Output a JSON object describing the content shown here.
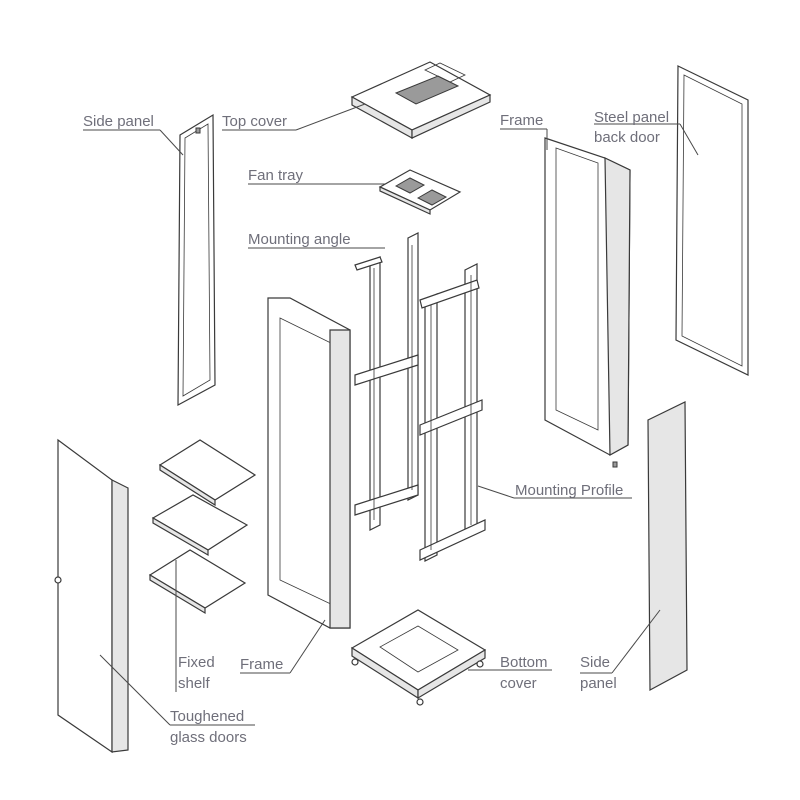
{
  "labels": {
    "side_panel_left": "Side panel",
    "top_cover": "Top cover",
    "fan_tray": "Fan tray",
    "mounting_angle": "Mounting angle",
    "frame_right": "Frame",
    "steel_panel_line1": "Steel panel",
    "steel_panel_line2": "back door",
    "mounting_profile": "Mounting Profile",
    "fixed_shelf_line1": "Fixed",
    "fixed_shelf_line2": "shelf",
    "frame_center": "Frame",
    "bottom_cover_line1": "Bottom",
    "bottom_cover_line2": "cover",
    "side_panel_right_line1": "Side",
    "side_panel_right_line2": "panel",
    "toughened_line1": "Toughened",
    "toughened_line2": "glass doors"
  }
}
